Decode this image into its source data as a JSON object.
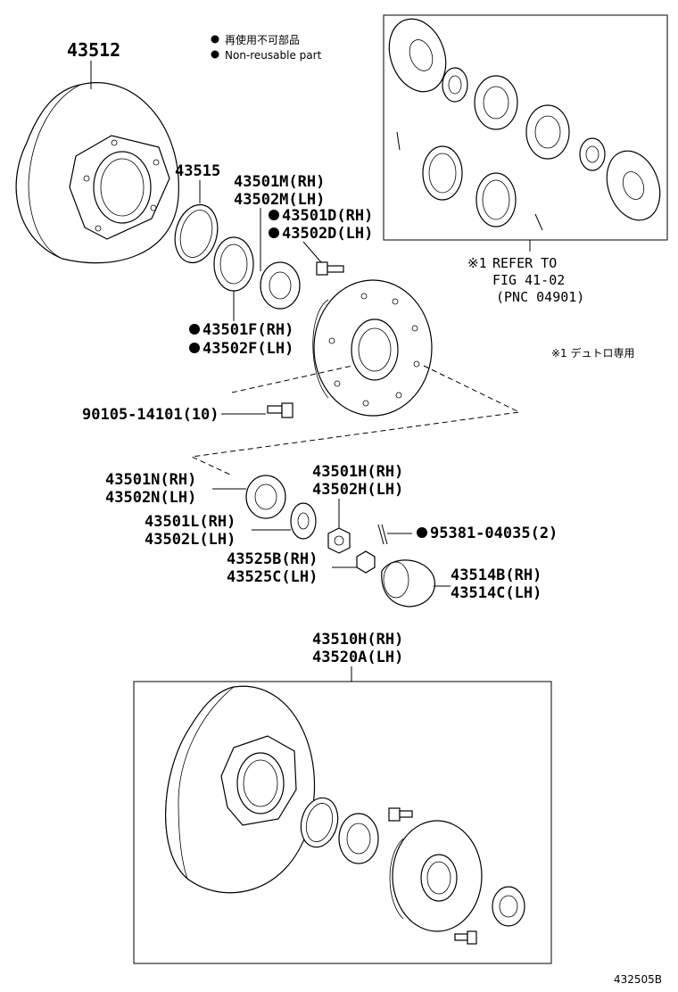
{
  "legend": {
    "jp": "再使用不可部品",
    "en": "Non-reusable part"
  },
  "labels": {
    "p43512": "43512",
    "p43515": "43515",
    "p43501M": "43501M(RH)",
    "p43502M": "43502M(LH)",
    "p43501D": "43501D(RH)",
    "p43502D": "43502D(LH)",
    "p43501F": "43501F(RH)",
    "p43502F": "43502F(LH)",
    "p90105": "90105-14101(10)",
    "p43501N": "43501N(RH)",
    "p43502N": "43502N(LH)",
    "p43501H": "43501H(RH)",
    "p43502H": "43502H(LH)",
    "p43501L": "43501L(RH)",
    "p43502L": "43502L(LH)",
    "p95381": "95381-04035(2)",
    "p43525B": "43525B(RH)",
    "p43525C": "43525C(LH)",
    "p43514B": "43514B(RH)",
    "p43514C": "43514C(LH)",
    "p43510H": "43510H(RH)",
    "p43520A": "43520A(LH)"
  },
  "refer": {
    "mark": "※1",
    "line1": "REFER TO",
    "line2": "FIG 41-02",
    "line3": "(PNC 04901)"
  },
  "note": "※1 デュトロ専用",
  "figure_id": "432505B"
}
